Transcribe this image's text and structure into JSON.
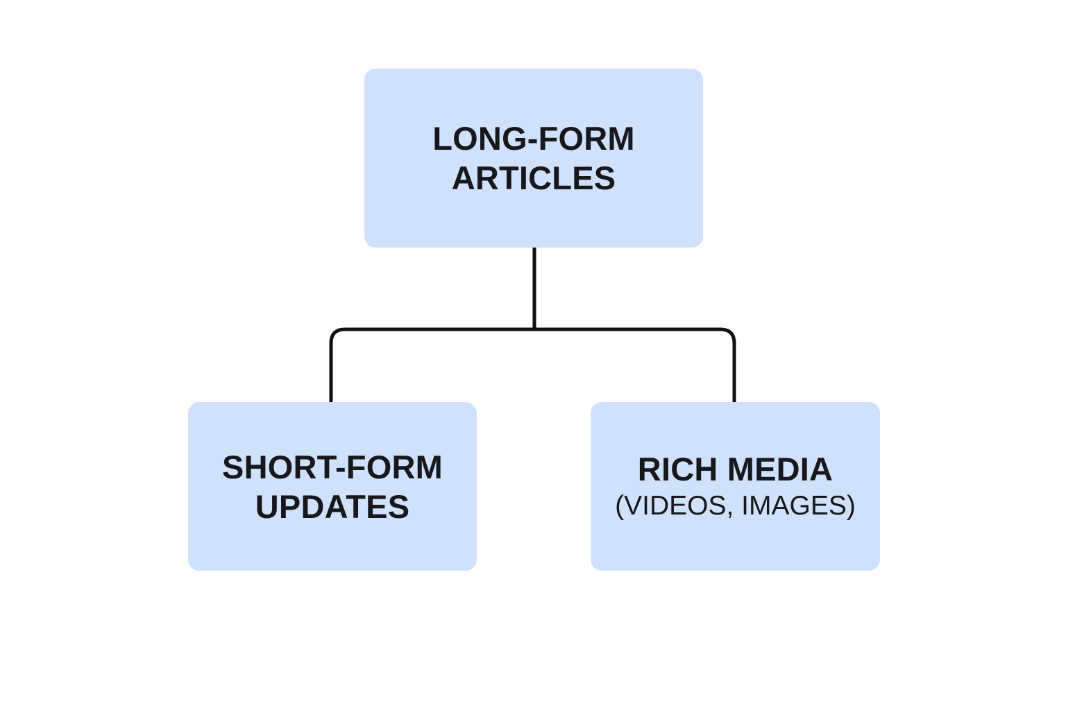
{
  "diagram": {
    "type": "hierarchy-tree",
    "background_color": "#ffffff",
    "node_fill_color": "#d0e1fc",
    "node_text_color": "#16181d",
    "connector_color": "#111111",
    "root": {
      "id": "long-form-articles",
      "lines": [
        {
          "text": "LONG-FORM",
          "emphasis": "primary"
        },
        {
          "text": "ARTICLES",
          "emphasis": "primary"
        }
      ]
    },
    "children": [
      {
        "id": "short-form-updates",
        "lines": [
          {
            "text": "SHORT-FORM",
            "emphasis": "primary"
          },
          {
            "text": "UPDATES",
            "emphasis": "primary"
          }
        ]
      },
      {
        "id": "rich-media",
        "lines": [
          {
            "text": "RICH MEDIA",
            "emphasis": "primary"
          },
          {
            "text": "(VIDEOS, IMAGES)",
            "emphasis": "secondary"
          }
        ]
      }
    ]
  }
}
